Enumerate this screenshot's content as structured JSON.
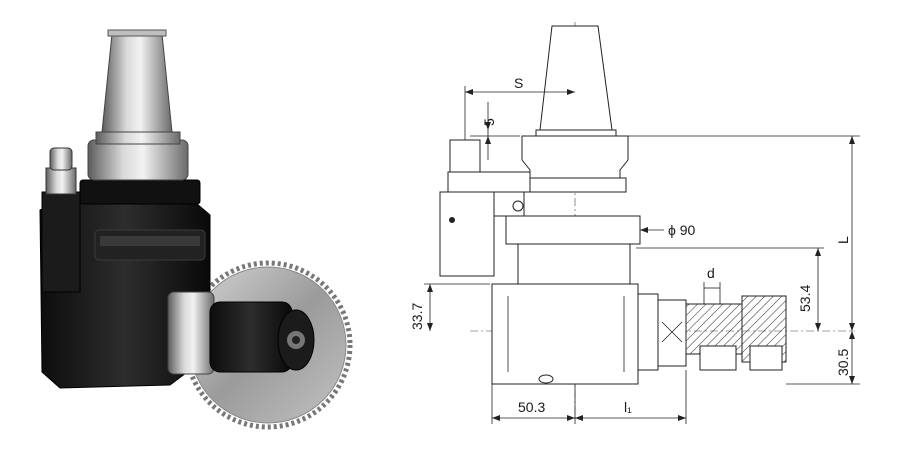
{
  "figure": {
    "product_photo": {
      "description_icon": "angle-head-photo"
    },
    "dimensions": {
      "S": "S",
      "five": "5",
      "phi90": "ϕ 90",
      "L": "L",
      "d": "d",
      "d53_4": "53.4",
      "d33_7": "33.7",
      "d30_5": "30.5",
      "d50_3": "50.3",
      "l1": "l₁"
    }
  }
}
